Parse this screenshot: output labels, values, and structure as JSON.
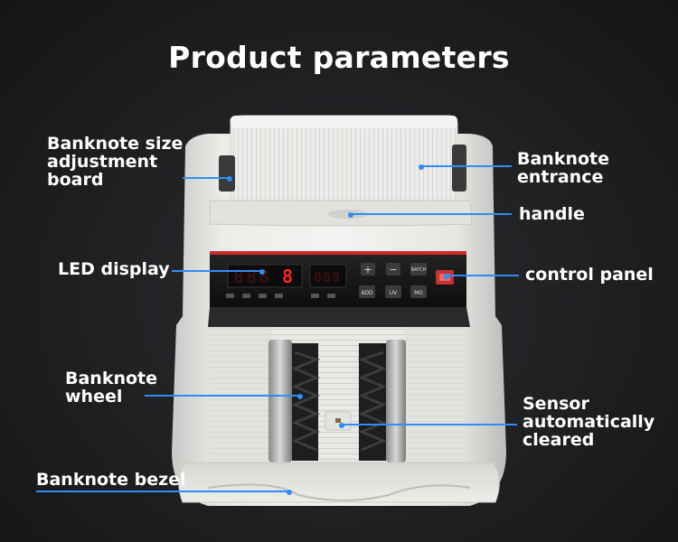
{
  "title": "Product parameters",
  "labels": {
    "size_board": "Banknote size\nadjustment\nboard",
    "entrance": "Banknote\nentrance",
    "handle": "handle",
    "led_display": "LED display",
    "control_panel": "control panel",
    "wheel": "Banknote\nwheel",
    "sensor": "Sensor\nautomatically\ncleared",
    "bezel": "Banknote bezel"
  },
  "display": {
    "digits_left": "888",
    "digit_red": "8",
    "digits_right": "888"
  },
  "buttons": {
    "plus": "+",
    "minus": "−",
    "batch": "BATCH",
    "add": "ADD",
    "uv": "UV",
    "mg": "MG"
  },
  "colors": {
    "accent_line": "#2f8df5",
    "machine_body": "#e8e8e6",
    "panel": "#151515",
    "led_red": "#ff2020"
  }
}
